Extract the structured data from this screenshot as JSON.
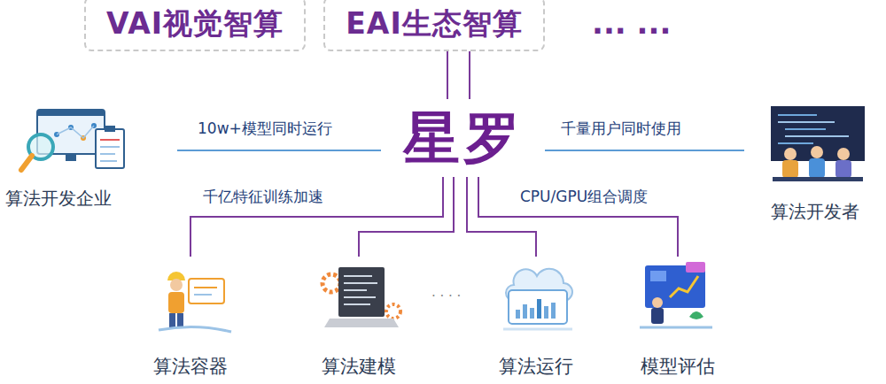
{
  "diagram": {
    "nodes": [
      {
        "text": [
          "VAI视觉智算"
        ]
      },
      {
        "text": [
          "EAI生态智算"
        ]
      },
      {
        "text": [
          "算法开发企业"
        ]
      },
      {
        "text": [
          "星罗"
        ]
      },
      {
        "text": [
          "算法开发者"
        ]
      },
      {
        "text": [
          "算法容器"
        ]
      },
      {
        "text": [
          "算法建模"
        ]
      },
      {
        "text": [
          "算法运行"
        ]
      },
      {
        "text": [
          "模型评估"
        ]
      }
    ],
    "edges": [
      {
        "from": 1,
        "to": 3,
        "arrow": "none"
      },
      {
        "from": 1,
        "to": 3,
        "arrow": "none"
      },
      {
        "from": 2,
        "to": 3,
        "label": "10w+模型同时运行",
        "arrow": "none"
      },
      {
        "from": 3,
        "to": 4,
        "label": "千量用户同时使用",
        "arrow": "none"
      },
      {
        "from": 3,
        "to": 5,
        "label": "千亿特征训练加速",
        "arrow": "none"
      },
      {
        "from": 3,
        "to": 6,
        "arrow": "none"
      },
      {
        "from": 3,
        "to": 7,
        "arrow": "none"
      },
      {
        "from": 3,
        "to": 8,
        "label": "CPU/GPU组合调度",
        "arrow": "none"
      }
    ],
    "labels": [
      "... ...",
      "· · · ·"
    ]
  }
}
